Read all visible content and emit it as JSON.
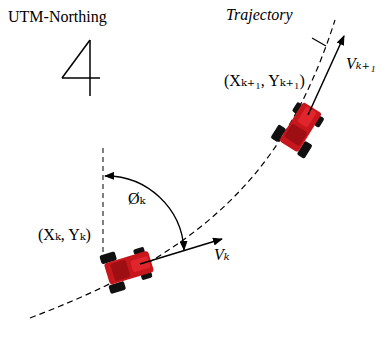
{
  "diagram": {
    "labels": [
      "UTM-Northing",
      "Trajectory",
      "(Xₖ₊₁, Yₖ₊₁)",
      "Vₖ₊₁",
      "Øₖ",
      "(Xₖ, Yₖ)",
      "Vₖ"
    ]
  }
}
